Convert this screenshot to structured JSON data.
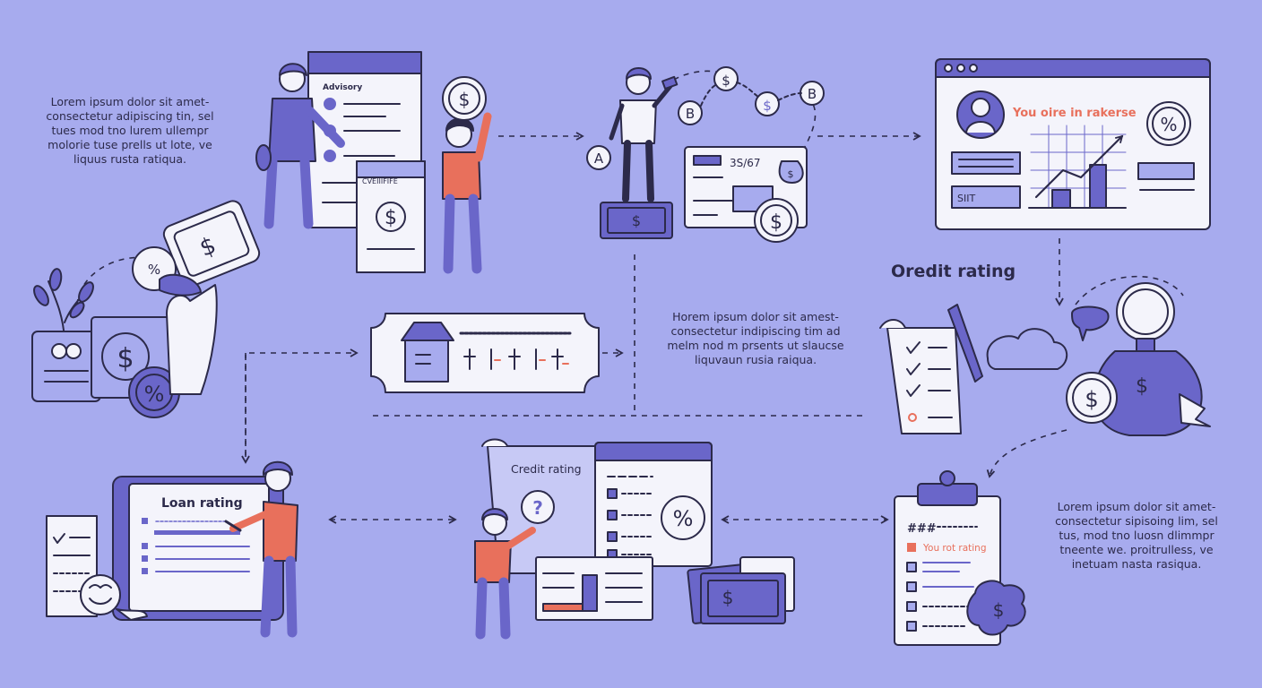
{
  "texts": {
    "top_left": [
      "Lorem ipsum dolor sit amet-",
      "consectetur adipiscing tin, sel",
      "tues mod tno lurem ullempr",
      "molorie tuse prells ut lote, ve",
      "liquus rusta ratiqua."
    ],
    "middle": [
      "Horem ipsum dolor sit amest-",
      "consectetur indipiscing tim ad",
      "melm nod m prsents ut slaucse",
      "liquvaun rusia raiqua."
    ],
    "bottom_right": [
      "Lorem ipsum dolor sit amet-",
      "consectetur sipisoing lim, sel",
      "tus, mod tno luosn dlimmpr",
      "tneente we. proitrulless, ve",
      "inetuam nasta rasiqua."
    ]
  },
  "labels": {
    "advisory_header": "Advisory",
    "certificate_title": "CVEIIIFIFE",
    "check_amount": "3S/67",
    "dashboard_message": "You oire in rakerse",
    "dashboard_field": "SIIT",
    "credit_rating_heading": "Oredit rating",
    "loan_rating_title": "Loan rating",
    "credit_rating_card_title": "Credit rating",
    "rating_tag": "You rot rating",
    "node_a": "A",
    "node_b1": "B",
    "node_b2": "B",
    "dollar": "$",
    "percent": "%",
    "question": "?"
  },
  "colors": {
    "background": "#a7abee",
    "ink": "#2c2a4a",
    "accent_purple": "#6a66c9",
    "accent_coral": "#e8705c",
    "paper": "#f4f4fb"
  }
}
